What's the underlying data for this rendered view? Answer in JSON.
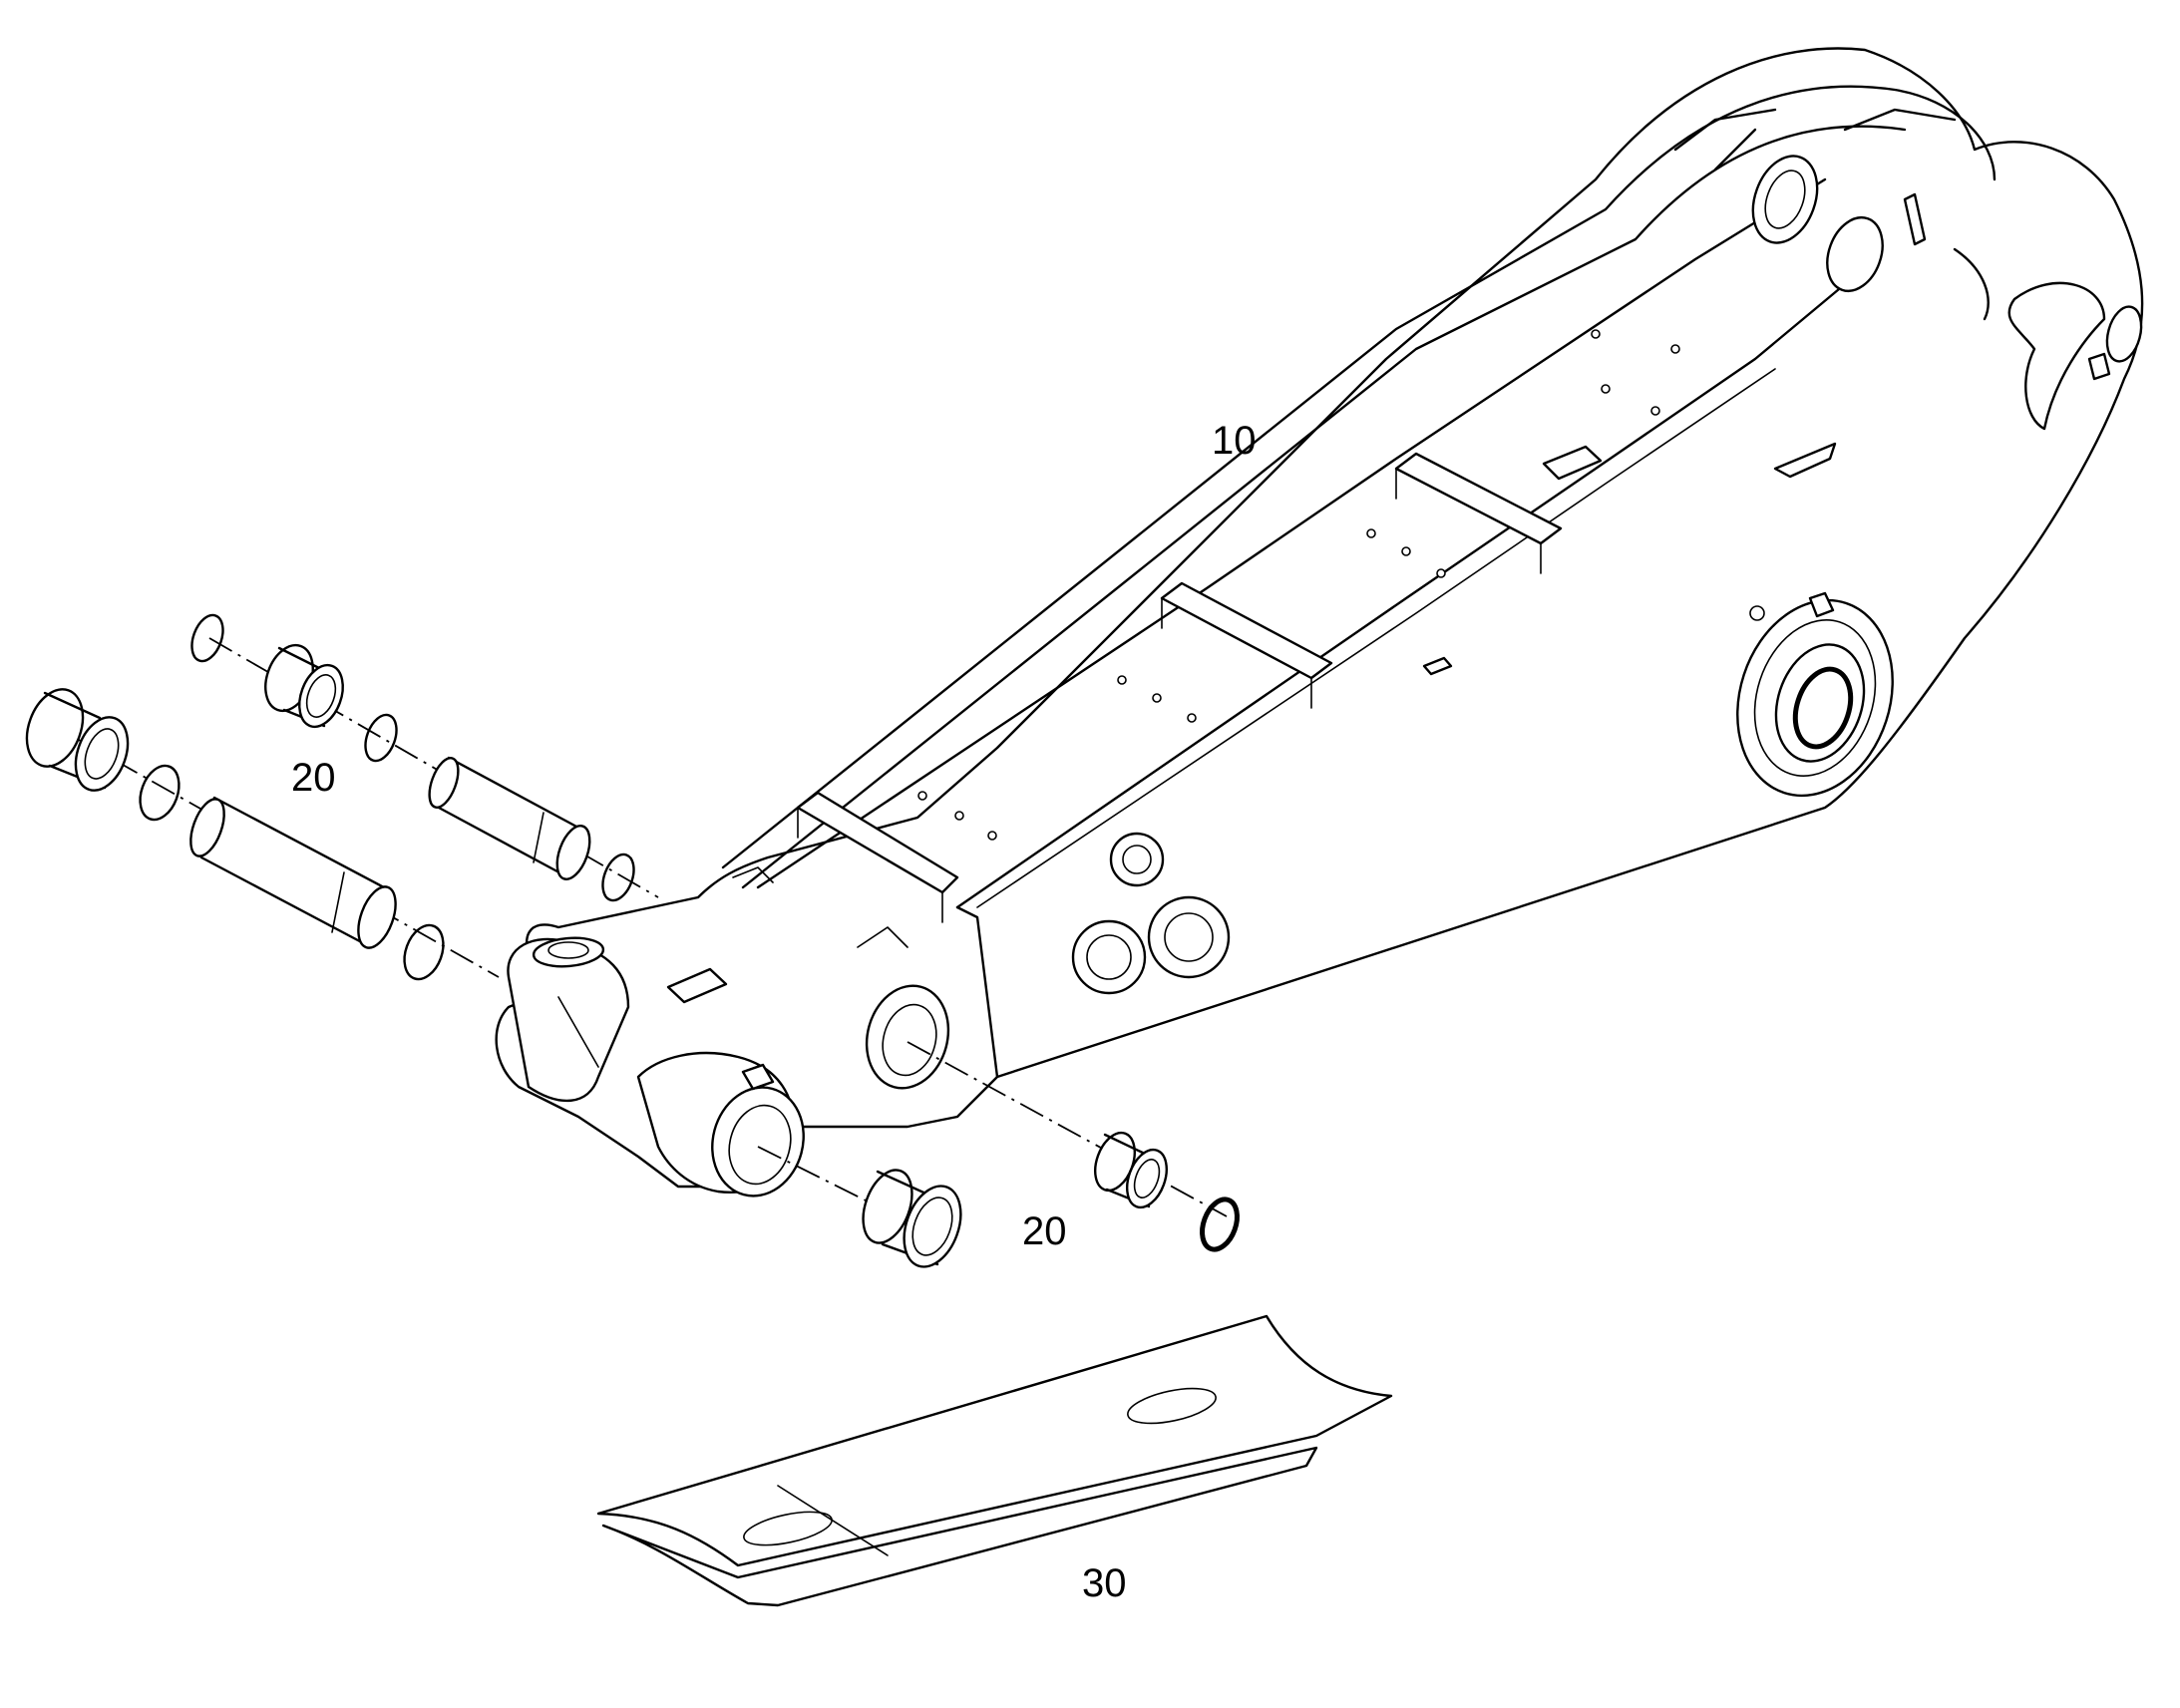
{
  "callouts": {
    "boom": "10",
    "pins_top": "20",
    "pins_bottom": "20",
    "guard_plate": "30"
  }
}
